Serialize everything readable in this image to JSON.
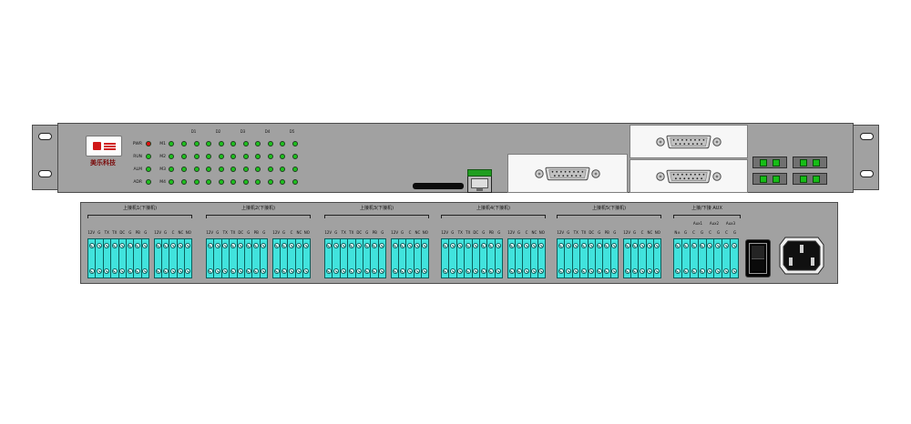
{
  "front_panel": {
    "brand": "美乐科技",
    "led_panel": {
      "col_headers": [
        "D1",
        "D2",
        "D3",
        "D4",
        "D5"
      ],
      "grid_cols": 10,
      "rows": [
        {
          "status_label": "PWR",
          "status_color": "#e01010",
          "mid_label": "M1"
        },
        {
          "status_label": "RUN",
          "status_color": "#1ec11e",
          "mid_label": "M2"
        },
        {
          "status_label": "ALM",
          "status_color": "#1ec11e",
          "mid_label": "M3"
        },
        {
          "status_label": "ADR",
          "status_color": "#1ec11e",
          "mid_label": "M4"
        }
      ]
    }
  },
  "rear_panel": {
    "groups": [
      {
        "label": "上接机1(下接机)",
        "wide_pins": [
          "12V",
          "G",
          "TX",
          "TX",
          "DC",
          "G",
          "PB",
          "G"
        ],
        "narrow_pins": [
          "12V",
          "G",
          "C",
          "NC",
          "NO"
        ]
      },
      {
        "label": "上接机2(下接机)",
        "wide_pins": [
          "12V",
          "G",
          "TX",
          "TX",
          "DC",
          "G",
          "PB",
          "G"
        ],
        "narrow_pins": [
          "12V",
          "G",
          "C",
          "NC",
          "NO"
        ]
      },
      {
        "label": "上接机3(下接机)",
        "wide_pins": [
          "12V",
          "G",
          "TX",
          "TX",
          "DC",
          "G",
          "PB",
          "G"
        ],
        "narrow_pins": [
          "12V",
          "G",
          "C",
          "NC",
          "NO"
        ]
      },
      {
        "label": "上接机4(下接机)",
        "wide_pins": [
          "12V",
          "G",
          "TX",
          "TX",
          "DC",
          "G",
          "PB",
          "G"
        ],
        "narrow_pins": [
          "12V",
          "G",
          "C",
          "NC",
          "NO"
        ]
      },
      {
        "label": "上接机5(下接机)",
        "wide_pins": [
          "12V",
          "G",
          "TX",
          "TX",
          "DC",
          "G",
          "PB",
          "G"
        ],
        "narrow_pins": [
          "12V",
          "G",
          "C",
          "NC",
          "NO"
        ]
      }
    ],
    "aux": {
      "label": "上接/下接 AUX",
      "channels": [
        "Aux1",
        "Aux2",
        "Aux3"
      ],
      "pins": [
        "N±",
        "G",
        "C",
        "G",
        "C",
        "G",
        "C",
        "G"
      ]
    }
  },
  "colors": {
    "panel_gray": "#a1a1a1",
    "terminal_cyan": "#41e3dd",
    "led_green": "#1ec11e",
    "led_red": "#e01010",
    "logo_red": "#d01818"
  }
}
